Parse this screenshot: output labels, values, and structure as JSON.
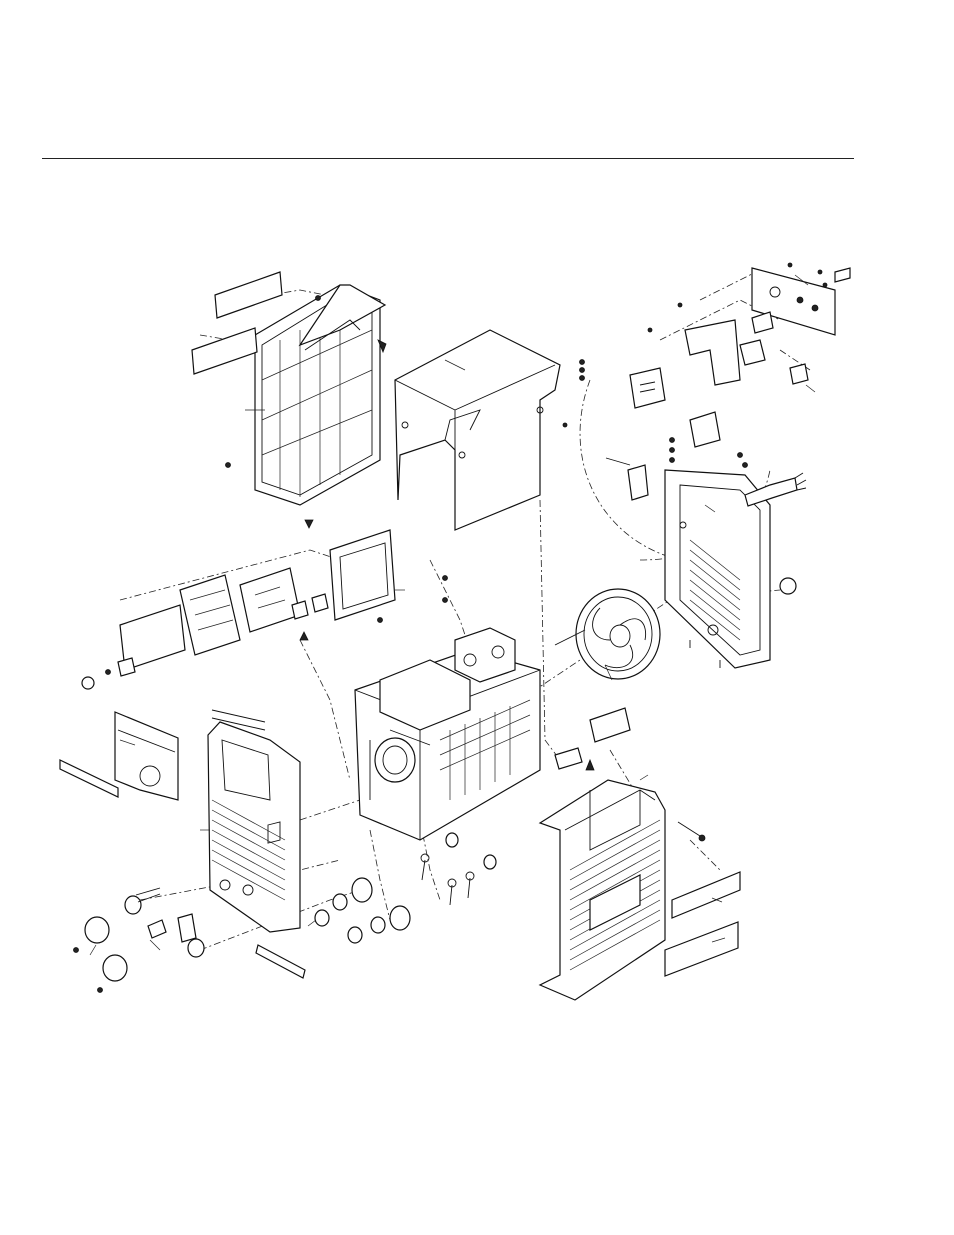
{
  "page": {
    "title": "",
    "header_rule": true
  },
  "diagram": {
    "type": "exploded-parts-view",
    "callout_labels": [],
    "parts": [
      "rear-cover",
      "top-wrapper",
      "side-panel-right",
      "fan",
      "base-chassis",
      "front-panel",
      "front-bezel",
      "control-pcb",
      "display-window",
      "rear-panel-plate",
      "bottom-cover",
      "output-terminals",
      "labels"
    ]
  },
  "colors": {
    "line": "#111111",
    "background": "#ffffff",
    "label_fill": "#d9d9d9"
  }
}
